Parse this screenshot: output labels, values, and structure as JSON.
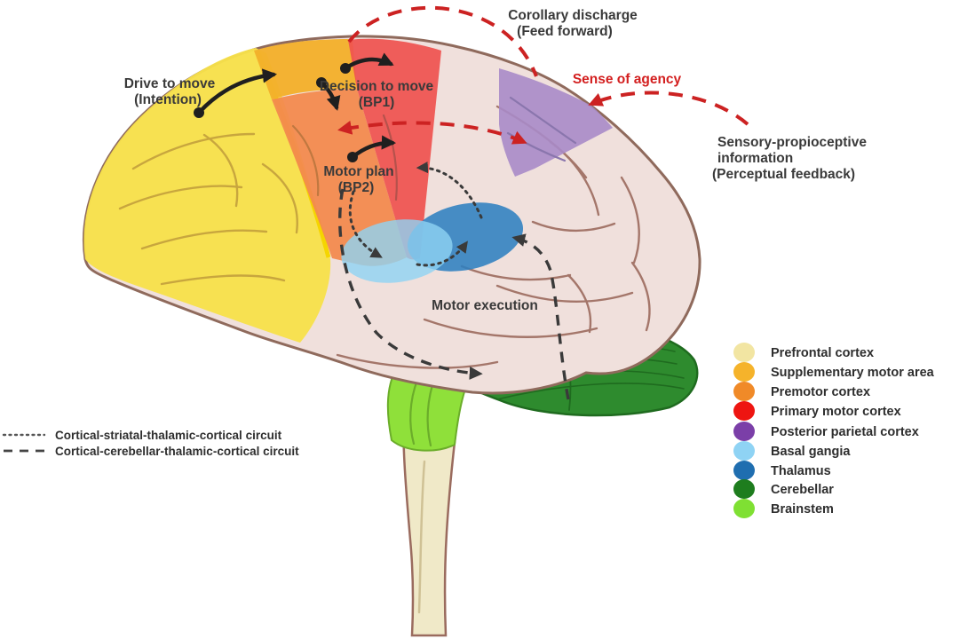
{
  "figure": {
    "annotations": {
      "drive": {
        "l1": "Drive to move",
        "l2": "(Intention)"
      },
      "decision": {
        "l1": "Decision to move",
        "l2": "(BP1)"
      },
      "motor_plan": {
        "l1": "Motor plan",
        "l2": "(BP2)"
      },
      "motor_execution": "Motor execution",
      "corollary": {
        "l1": "Corollary discharge",
        "l2": "(Feed forward)"
      },
      "sense_of_agency": "Sense of agency",
      "sensory": {
        "l1": "Sensory-propioceptive",
        "l2": "information",
        "l3": "(Perceptual feedback)"
      }
    },
    "colors": {
      "prefrontal": "#F7E14B",
      "sma": "#F2B02C",
      "premotor": "#F28A4E",
      "primary_motor": "#EF5350",
      "parietal": "#A98BC8",
      "basal_ganglia": "#8FD3F4",
      "thalamus": "#2E7FC0",
      "cerebellum": "#2E8B2E",
      "brainstem": "#8FE03A",
      "cortex": "#F0E0DC",
      "spinal_cord": "#F0E9C8",
      "accent_red": "#CC2222"
    },
    "region_legend": {
      "items": [
        {
          "label": "Prefrontal cortex",
          "color": "#F2E5A2"
        },
        {
          "label": "Supplementary motor area",
          "color": "#F5B32B"
        },
        {
          "label": "Premotor cortex",
          "color": "#F08A28"
        },
        {
          "label": "Primary motor cortex",
          "color": "#EE1511"
        },
        {
          "label": "Posterior parietal cortex",
          "color": "#7B3FA8"
        },
        {
          "label": "Basal gangia",
          "color": "#8FD3F4"
        },
        {
          "label": "Thalamus",
          "color": "#1F6EB0"
        },
        {
          "label": "Cerebellar",
          "color": "#1E7D1E"
        },
        {
          "label": "Brainstem",
          "color": "#7FE033"
        }
      ]
    },
    "circuit_legend": {
      "items": [
        {
          "label": "Cortical-striatal-thalamic-cortical circuit",
          "style": "dotted"
        },
        {
          "label": "Cortical-cerebellar-thalamic-cortical circuit",
          "style": "dashed"
        }
      ]
    }
  }
}
